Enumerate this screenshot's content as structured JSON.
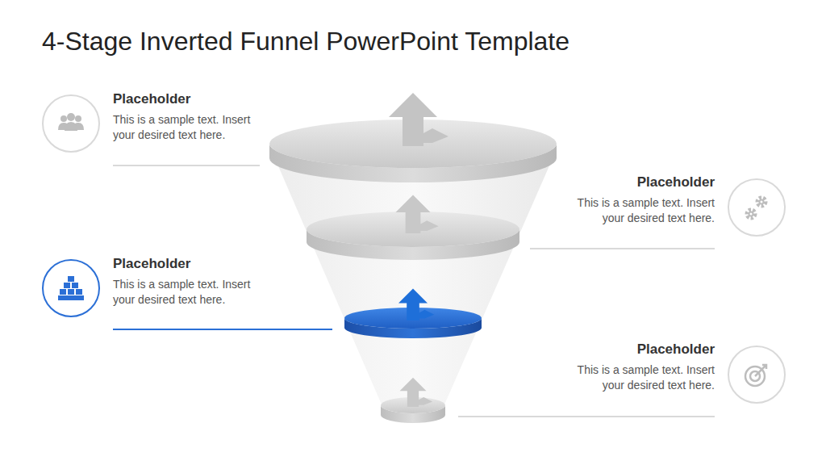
{
  "diagram": {
    "title": "4-Stage Inverted Funnel PowerPoint Template",
    "nodes": [
      {
        "text": [
          "Placeholder",
          "This is a sample text. Insert your desired text here."
        ]
      },
      {
        "text": [
          "Placeholder",
          "This is a sample text. Insert your desired text here."
        ]
      },
      {
        "text": [
          "Placeholder",
          "This is a sample text. Insert your desired text here."
        ]
      },
      {
        "text": [
          "Placeholder",
          "This is a sample text. Insert your desired text here."
        ]
      }
    ]
  }
}
